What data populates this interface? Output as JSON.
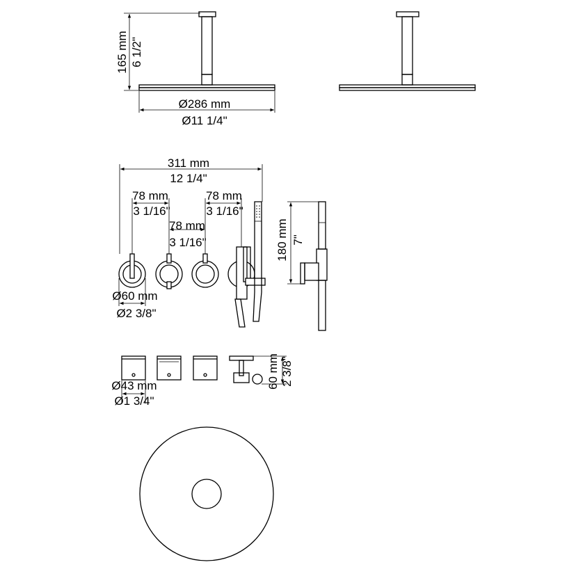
{
  "labels": {
    "rain_height_mm": "165 mm",
    "rain_height_in": "6 1/2\"",
    "rain_diameter_mm": "Ø286 mm",
    "rain_diameter_in": "Ø11 1/4\"",
    "total_width_mm": "311 mm",
    "total_width_in": "12 1/4\"",
    "spacing_left_mm": "78 mm",
    "spacing_left_in": "3 1/16\"",
    "spacing_right_mm": "78 mm",
    "spacing_right_in": "3 1/16\"",
    "spacing_mid_mm": "78 mm",
    "spacing_mid_in": "3 1/16\"",
    "handle_diameter_mm": "Ø60 mm",
    "handle_diameter_in": "Ø2 3/8\"",
    "handshower_height_mm": "180 mm",
    "handshower_height_in": "7\"",
    "body_diameter_mm": "Ø43 mm",
    "body_diameter_in": "Ø1 3/4\"",
    "depth_mm": "60 mm",
    "depth_in": "2 3/8\""
  }
}
